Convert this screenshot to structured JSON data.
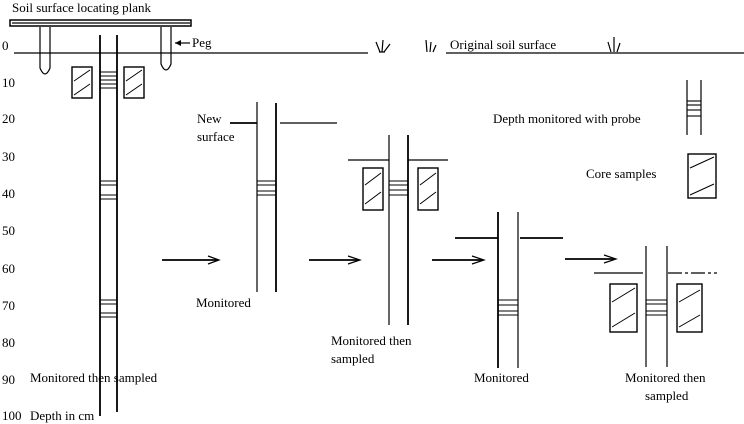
{
  "title": "Soil surface locating plank",
  "labels": {
    "peg": "Peg",
    "original_surface": "Original soil surface",
    "new_surface_line1": "New",
    "new_surface_line2": "surface",
    "legend_probe": "Depth monitored with probe",
    "legend_core": "Core samples",
    "depth_unit": "Depth in cm"
  },
  "depth_axis": {
    "ticks": [
      "0",
      "10",
      "20",
      "30",
      "40",
      "50",
      "60",
      "70",
      "80",
      "90",
      "100"
    ]
  },
  "stages": [
    {
      "caption": [
        "Monitored then sampled"
      ]
    },
    {
      "caption": [
        "Monitored"
      ]
    },
    {
      "caption": [
        "Monitored then",
        "sampled"
      ]
    },
    {
      "caption": [
        "Monitored"
      ]
    },
    {
      "caption": [
        "Monitored then",
        "sampled"
      ]
    }
  ],
  "colors": {
    "ink": "#000000",
    "background": "#ffffff"
  }
}
